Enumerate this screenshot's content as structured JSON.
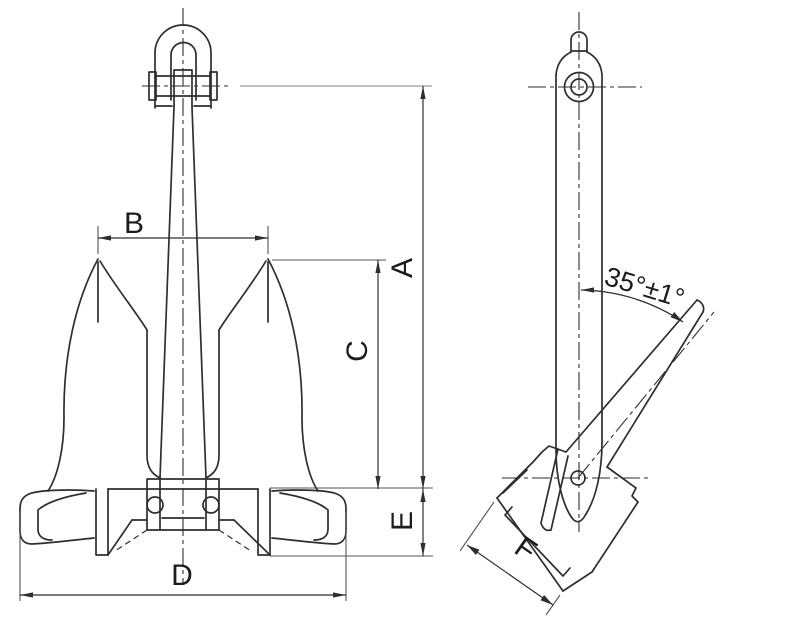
{
  "drawing": {
    "labels": {
      "a": "A",
      "b": "B",
      "c": "C",
      "d": "D",
      "e": "E",
      "f": "F"
    },
    "angle_label": "35°±1°",
    "colors": {
      "line": "#2e2e2e",
      "dimension_line": "#2e2e2e",
      "extension_gray": "#9a9a9a",
      "background": "#ffffff"
    }
  }
}
